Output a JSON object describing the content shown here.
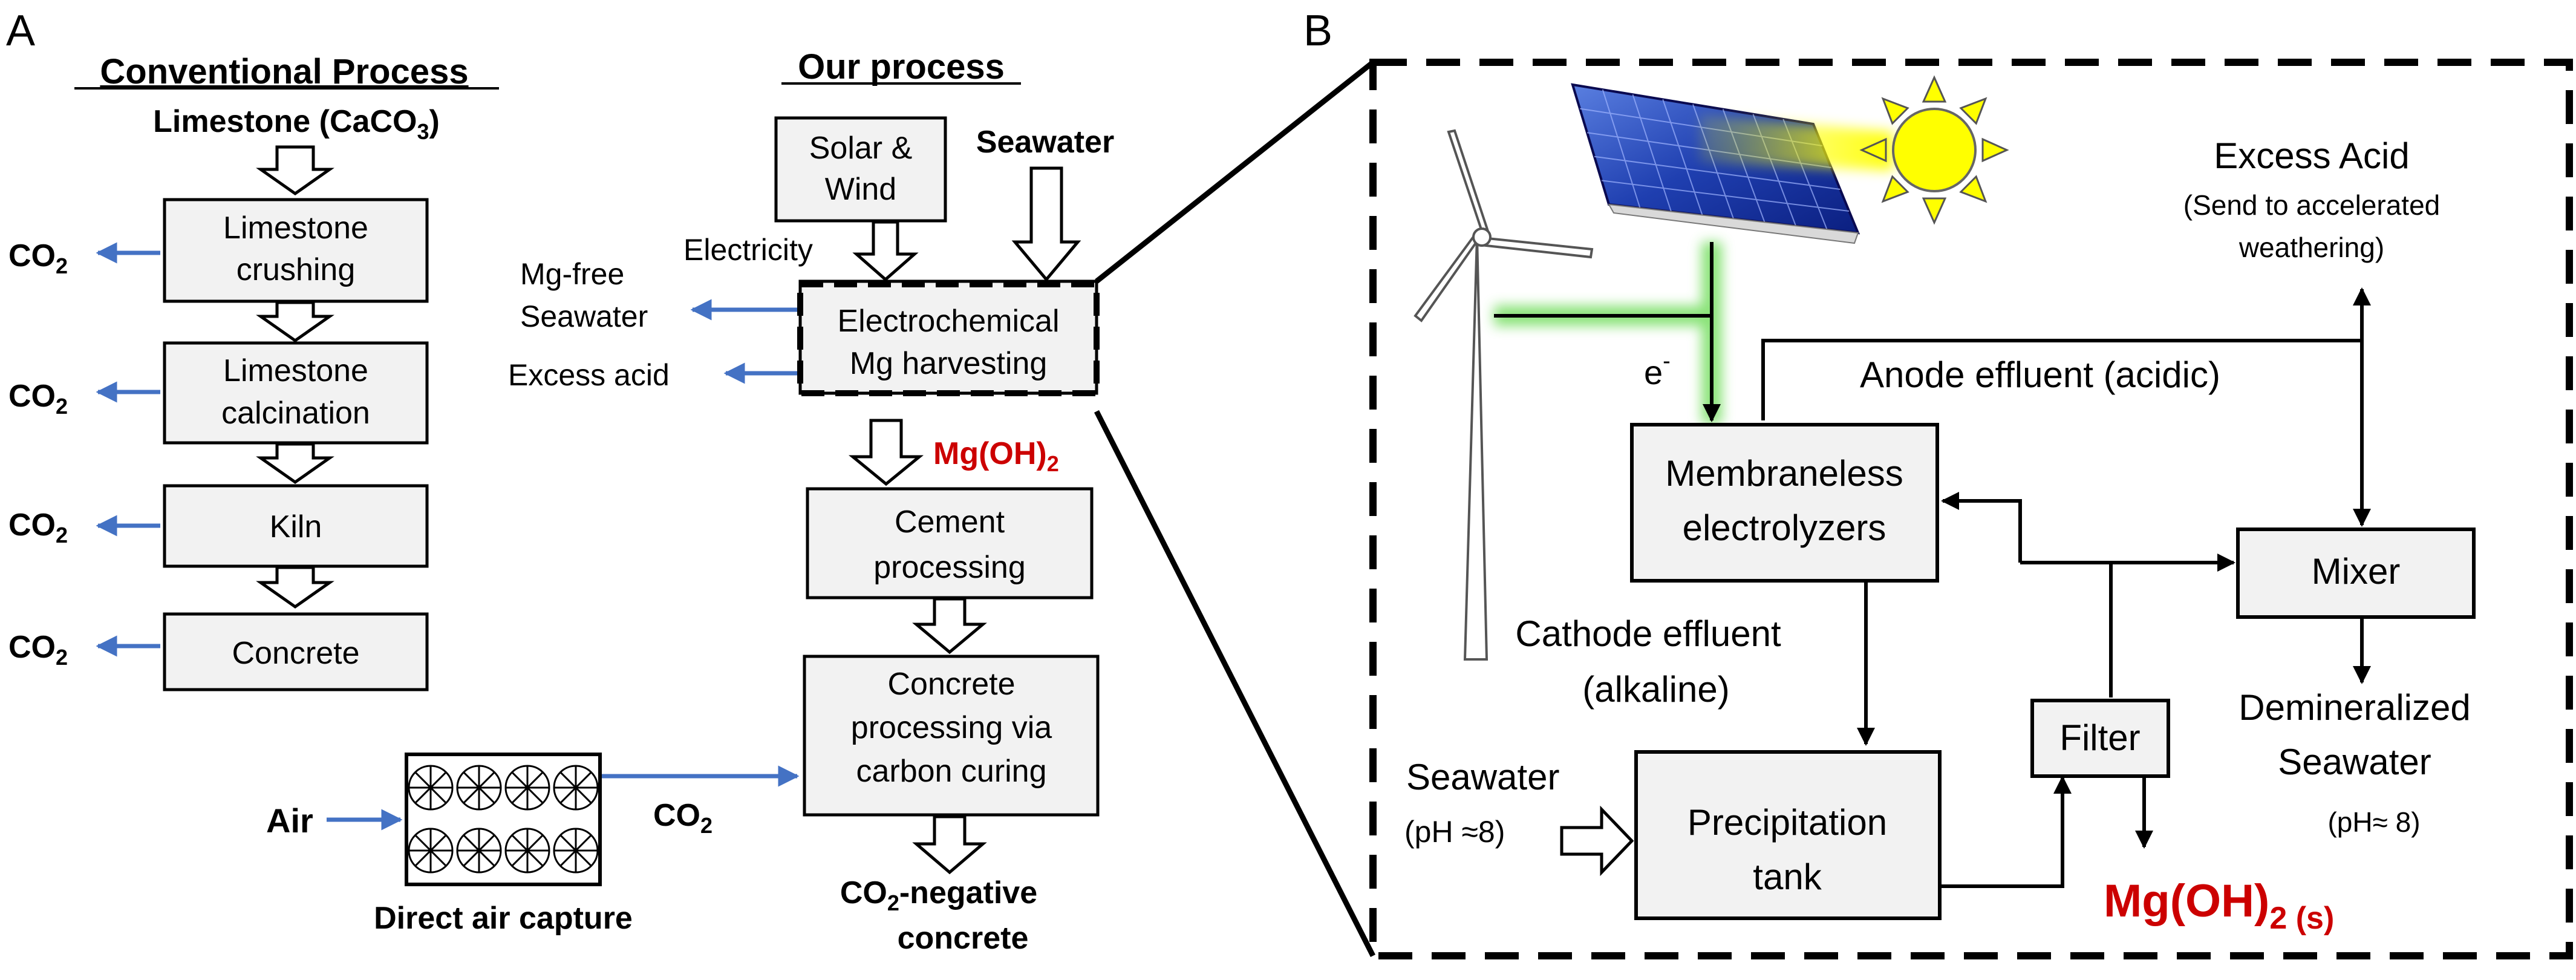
{
  "panel_a": {
    "label": "A",
    "conventional": {
      "title": "Conventional Process",
      "input": "Limestone (CaCO",
      "input_sub": "3",
      "input_close": ")",
      "steps": [
        "Limestone",
        "crushing",
        "Limestone",
        "calcination",
        "Kiln",
        "Concrete"
      ],
      "co2": "CO",
      "co2_sub": "2"
    },
    "ours": {
      "title": "Our process",
      "solar_wind": [
        "Solar &",
        "Wind"
      ],
      "seawater": "Seawater",
      "electricity": "Electricity",
      "mg_free": [
        "Mg-free",
        "Seawater"
      ],
      "excess_acid": "Excess acid",
      "harvest": [
        "Electrochemical",
        "Mg harvesting"
      ],
      "mgoh": "Mg(OH)",
      "mgoh_sub": "2",
      "cement": [
        "Cement",
        "processing"
      ],
      "concrete_proc": [
        "Concrete",
        "processing via",
        "carbon curing"
      ],
      "air": "Air",
      "dac": "Direct air capture",
      "co2": "CO",
      "co2_sub": "2",
      "product": [
        "CO",
        "2",
        "-negative",
        "concrete"
      ]
    }
  },
  "panel_b": {
    "label": "B",
    "excess_acid": "Excess Acid",
    "excess_note": [
      "(Send to accelerated",
      "weathering)"
    ],
    "electron": "e",
    "electron_sup": "-",
    "anode": "Anode effluent (acidic)",
    "electrolyzers": [
      "Membraneless",
      "electrolyzers"
    ],
    "mixer": "Mixer",
    "cathode": [
      "Cathode effluent",
      "(alkaline)"
    ],
    "demin": [
      "Demineralized",
      "Seawater"
    ],
    "demin_ph": "(pH≈ 8)",
    "seawater": "Seawater",
    "seawater_ph": "(pH ≈8)",
    "filter": "Filter",
    "tank": [
      "Precipitation",
      "tank"
    ],
    "product": "Mg(OH)",
    "product_sub": "2 (s)"
  }
}
